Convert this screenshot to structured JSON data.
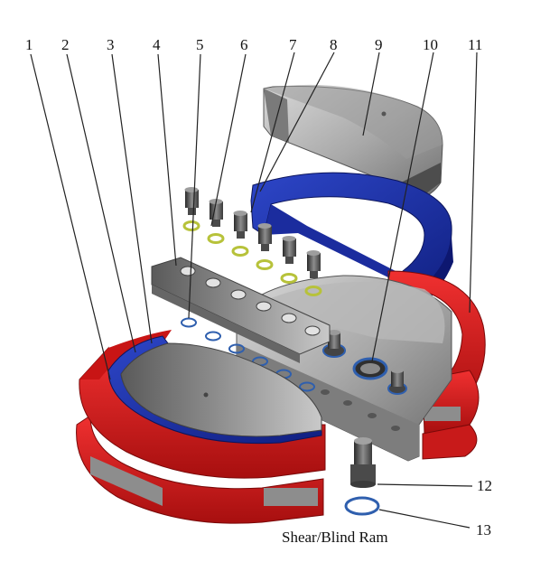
{
  "figure": {
    "caption": "Shear/Blind Ram",
    "callouts": [
      "1",
      "2",
      "3",
      "4",
      "5",
      "6",
      "7",
      "8",
      "9",
      "10",
      "11",
      "12",
      "13"
    ]
  },
  "colors": {
    "ram_body": "#e01b1b",
    "ram_body_dark": "#9c0c0c",
    "seal_blue": "#1a2fa0",
    "steel": "#a6a6a6",
    "steel_dark": "#5c5c5c",
    "washer_green": "#b7c23a",
    "oring_blue": "#2f5fae"
  }
}
